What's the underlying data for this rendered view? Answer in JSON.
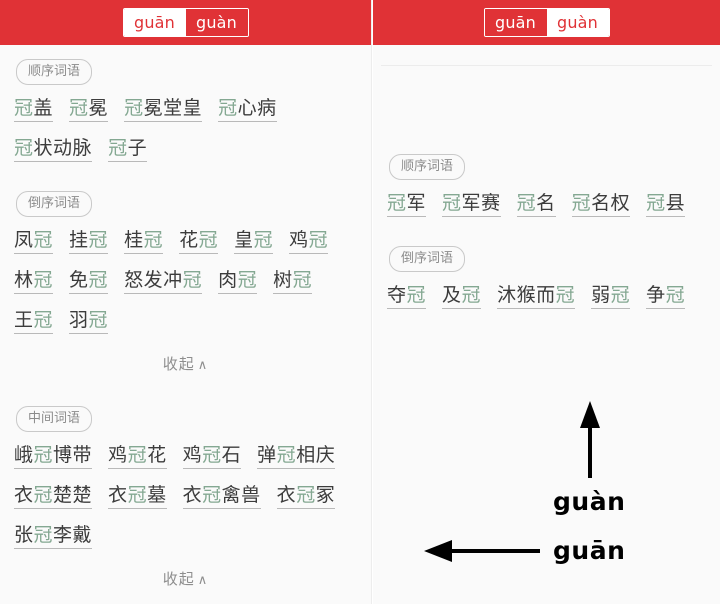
{
  "panels": [
    {
      "id": "left",
      "header": {
        "tabs": [
          {
            "label": "guān",
            "selected": true
          },
          {
            "label": "guàn",
            "selected": false
          }
        ]
      },
      "sections": [
        {
          "title": "顺序词语",
          "words": [
            {
              "text": "冠盖",
              "hl": [
                0
              ]
            },
            {
              "text": "冠冕",
              "hl": [
                0
              ]
            },
            {
              "text": "冠冕堂皇",
              "hl": [
                0
              ]
            },
            {
              "text": "冠心病",
              "hl": [
                0
              ]
            },
            {
              "text": "冠状动脉",
              "hl": [
                0
              ]
            },
            {
              "text": "冠子",
              "hl": [
                0
              ]
            }
          ],
          "collapse": null
        },
        {
          "title": "倒序词语",
          "words": [
            {
              "text": "凤冠",
              "hl": [
                1
              ]
            },
            {
              "text": "挂冠",
              "hl": [
                1
              ]
            },
            {
              "text": "桂冠",
              "hl": [
                1
              ]
            },
            {
              "text": "花冠",
              "hl": [
                1
              ]
            },
            {
              "text": "皇冠",
              "hl": [
                1
              ]
            },
            {
              "text": "鸡冠",
              "hl": [
                1
              ]
            },
            {
              "text": "林冠",
              "hl": [
                1
              ]
            },
            {
              "text": "免冠",
              "hl": [
                1
              ]
            },
            {
              "text": "怒发冲冠",
              "hl": [
                3
              ]
            },
            {
              "text": "肉冠",
              "hl": [
                1
              ]
            },
            {
              "text": "树冠",
              "hl": [
                1
              ]
            },
            {
              "text": "王冠",
              "hl": [
                1
              ]
            },
            {
              "text": "羽冠",
              "hl": [
                1
              ]
            }
          ],
          "collapse": "收起"
        },
        {
          "title": "中间词语",
          "words": [
            {
              "text": "峨冠博带",
              "hl": [
                1
              ]
            },
            {
              "text": "鸡冠花",
              "hl": [
                1
              ]
            },
            {
              "text": "鸡冠石",
              "hl": [
                1
              ]
            },
            {
              "text": "弹冠相庆",
              "hl": [
                1
              ]
            },
            {
              "text": "衣冠楚楚",
              "hl": [
                1
              ]
            },
            {
              "text": "衣冠墓",
              "hl": [
                1
              ]
            },
            {
              "text": "衣冠禽兽",
              "hl": [
                1
              ]
            },
            {
              "text": "衣冠冢",
              "hl": [
                1
              ]
            },
            {
              "text": "张冠李戴",
              "hl": [
                1
              ]
            }
          ],
          "collapse": "收起"
        }
      ]
    },
    {
      "id": "right",
      "header": {
        "tabs": [
          {
            "label": "guān",
            "selected": false
          },
          {
            "label": "guàn",
            "selected": true
          }
        ]
      },
      "sections": [
        {
          "title": "顺序词语",
          "words": [
            {
              "text": "冠军",
              "hl": [
                0
              ]
            },
            {
              "text": "冠军赛",
              "hl": [
                0
              ]
            },
            {
              "text": "冠名",
              "hl": [
                0
              ]
            },
            {
              "text": "冠名权",
              "hl": [
                0
              ]
            },
            {
              "text": "冠县",
              "hl": [
                0
              ]
            }
          ],
          "collapse": null
        },
        {
          "title": "倒序词语",
          "words": [
            {
              "text": "夺冠",
              "hl": [
                1
              ]
            },
            {
              "text": "及冠",
              "hl": [
                1
              ]
            },
            {
              "text": "沐猴而冠",
              "hl": [
                3
              ]
            },
            {
              "text": "弱冠",
              "hl": [
                1
              ]
            },
            {
              "text": "争冠",
              "hl": [
                1
              ]
            }
          ],
          "collapse": null
        }
      ]
    }
  ],
  "annotations": {
    "up_arrow_label": "guàn",
    "left_arrow_label": "guān"
  },
  "colors": {
    "header_red": "#e03236",
    "highlight_green": "#84a892",
    "body_bg": "#fafafa",
    "text_dark": "#3c3c3c",
    "muted": "#8c8c8c"
  },
  "chevron_glyph": "∧"
}
